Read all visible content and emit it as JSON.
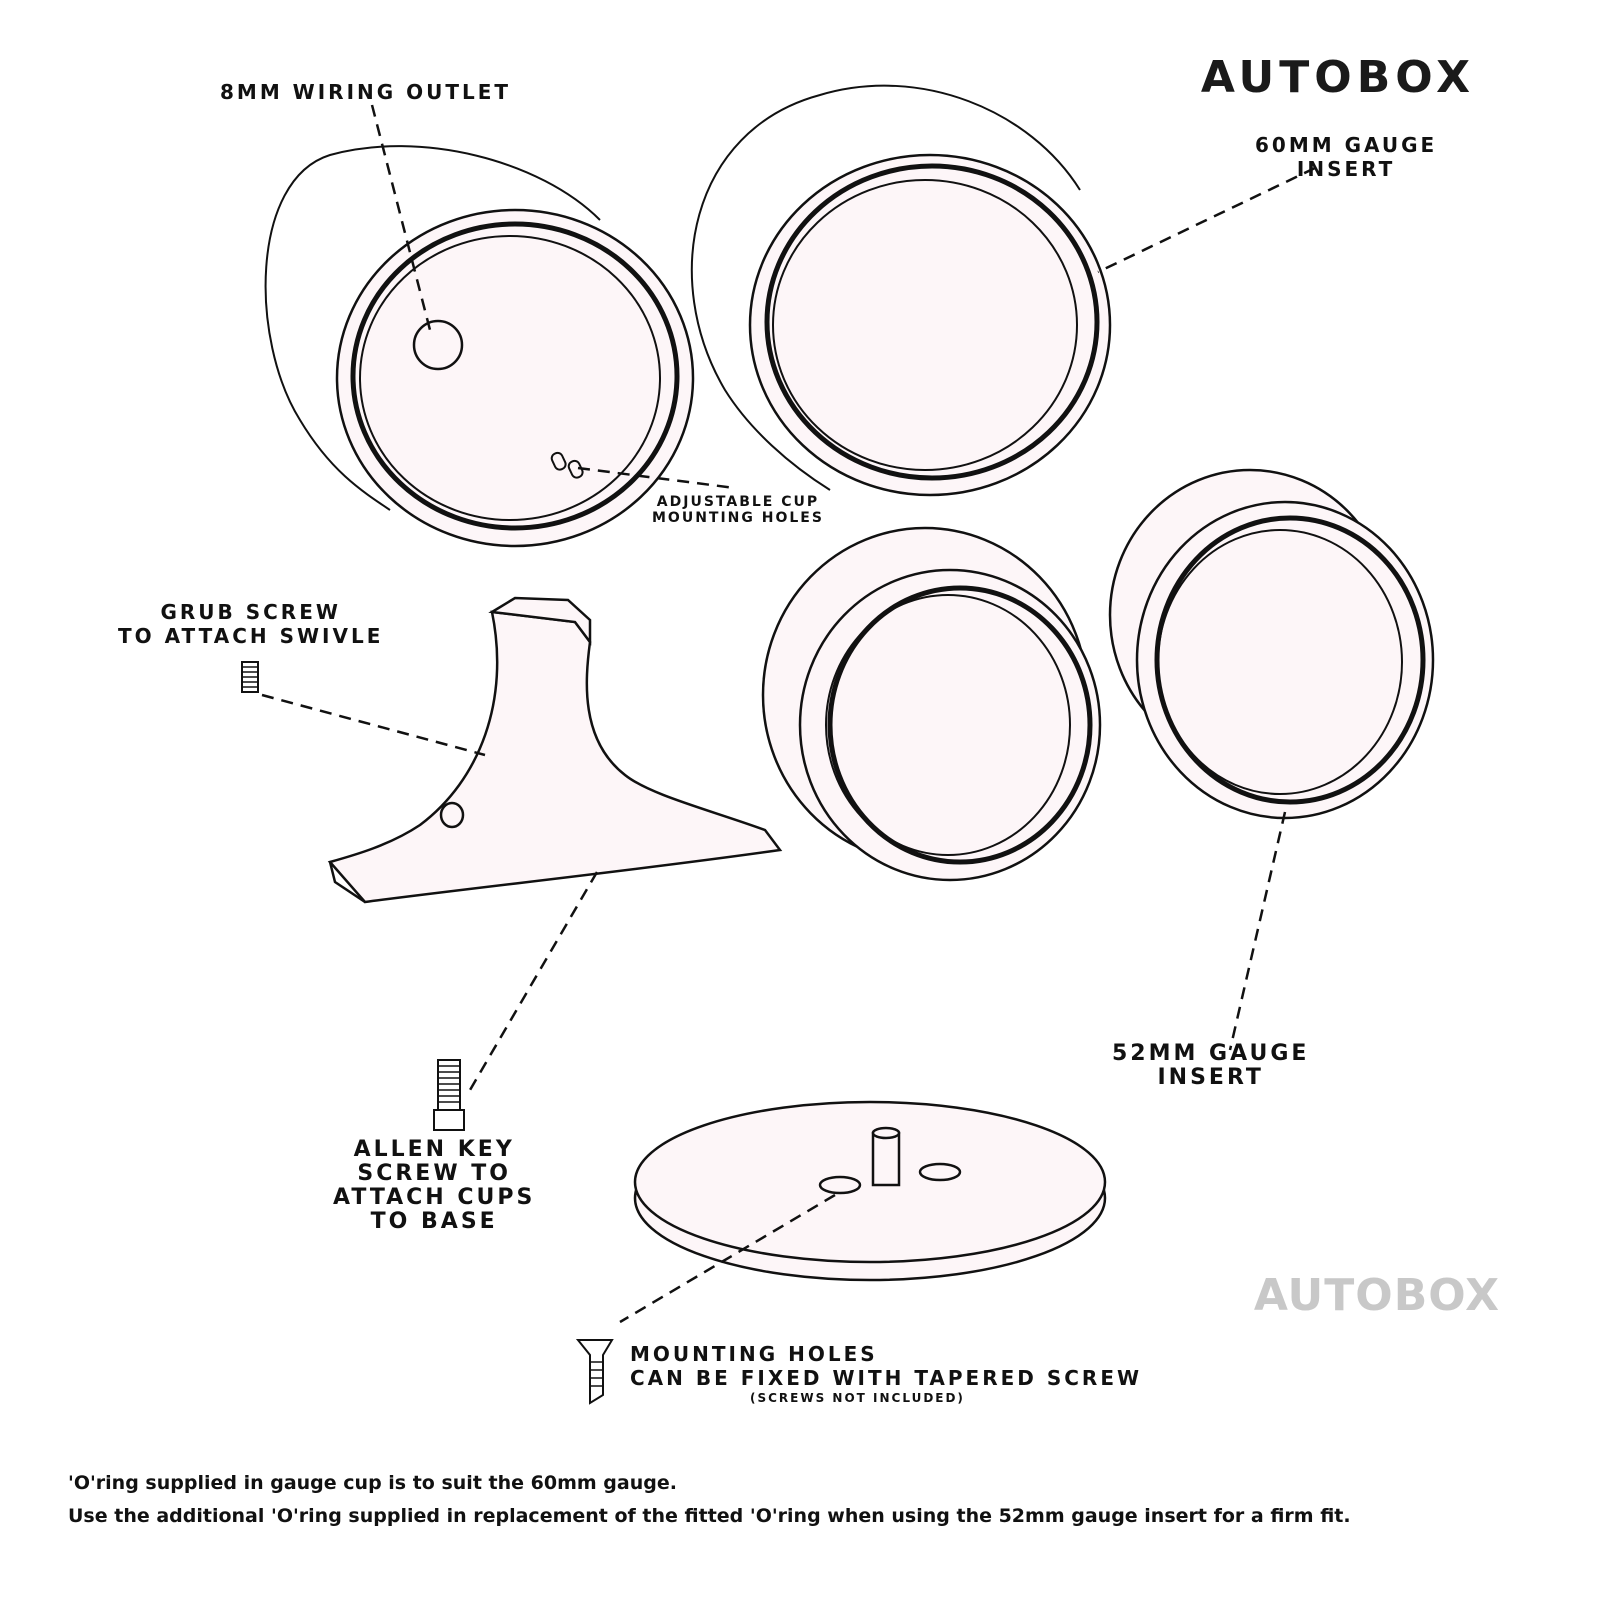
{
  "brand": {
    "top": "AUTOBOX",
    "watermark": "AUTOBOX"
  },
  "labels": {
    "wiring_outlet": "8MM WIRING OUTLET",
    "gauge_60": [
      "60MM GAUGE",
      "INSERT"
    ],
    "cup_holes": [
      "ADJUSTABLE CUP",
      "MOUNTING HOLES"
    ],
    "grub_screw": [
      "GRUB SCREW",
      "TO ATTACH SWIVLE"
    ],
    "gauge_52": [
      "52MM GAUGE",
      "INSERT"
    ],
    "allen_key": [
      "ALLEN KEY",
      "SCREW TO",
      "ATTACH CUPS",
      "TO BASE"
    ],
    "mounting_holes": [
      "MOUNTING HOLES",
      "CAN BE FIXED WITH TAPERED SCREW",
      "(SCREWS NOT INCLUDED)"
    ]
  },
  "notes": [
    "'O'ring supplied in gauge cup is to suit the 60mm gauge.",
    "Use the additional 'O'ring supplied in replacement of the fitted 'O'ring when using the 52mm gauge insert for a firm fit."
  ],
  "colors": {
    "line": "#111111",
    "part_fill": "#fdf6f8",
    "watermark": "#c8c8c8",
    "brand": "#1a1a1a"
  }
}
